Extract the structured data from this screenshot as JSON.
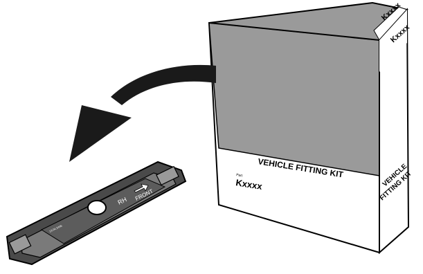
{
  "box": {
    "top_label": "Kxxxx",
    "front_title": "VEHICLE FITTING KIT",
    "front_part_prefix": "Part",
    "front_part_code": "Kxxxx",
    "side_title_line1": "VEHICLE",
    "side_title_line2": "FITTING KIT",
    "side_code": "Kxxxx"
  },
  "bracket": {
    "side_label": "RH",
    "direction_label": "FRONT",
    "part_number": "13.04.2446"
  },
  "colors": {
    "box_grey": "#9a9a9a",
    "outline": "#000000",
    "arrow": "#1a1a1a",
    "bracket_dark": "#4a4a4a",
    "bracket_mid": "#7a7a7a"
  }
}
